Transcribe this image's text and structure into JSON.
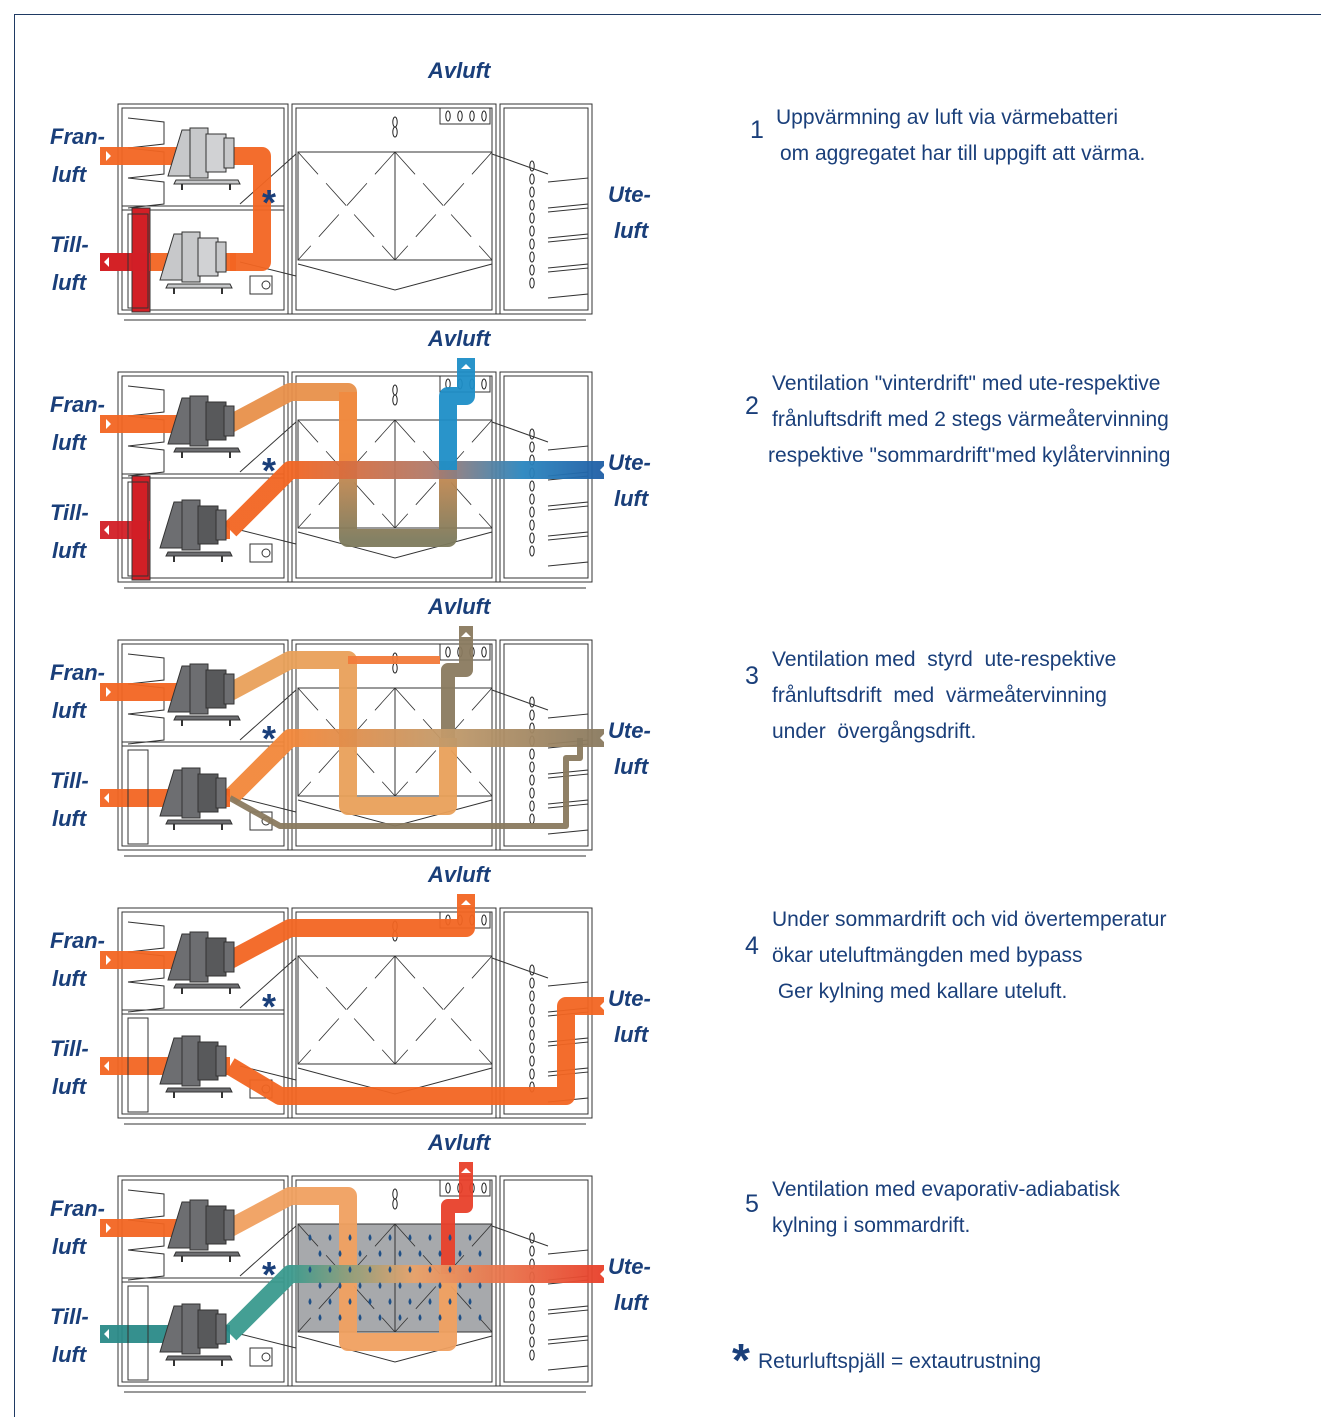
{
  "labels": {
    "exhaust": "Avluft",
    "extract_top": "Fran-",
    "extract_bottom": "luft",
    "supply_top": "Till-",
    "supply_bottom": "luft",
    "outdoor_top": "Ute-",
    "outdoor_bottom": "luft",
    "damper_mark": "*"
  },
  "modes": [
    {
      "number": "1",
      "lines": [
        "Uppvärmning av luft via värmebatteri",
        "om aggregatet har till uppgift att värma."
      ]
    },
    {
      "number": "2",
      "lines": [
        "Ventilation \"vinterdrift\" med ute-respektive",
        "frånluftsdrift med 2 stegs värmeåtervinning",
        "respektive \"sommardrift\"med kylåtervinning"
      ]
    },
    {
      "number": "3",
      "lines": [
        "Ventilation med  styrd  ute-respektive",
        "frånluftsdrift  med  värmeåtervinning",
        "under  övergångsdrift."
      ]
    },
    {
      "number": "4",
      "lines": [
        "Under sommardrift och vid övertemperatur",
        "ökar uteluftmängden med bypass",
        " Ger kylning med kallare uteluft."
      ]
    },
    {
      "number": "5",
      "lines": [
        "Ventilation med evaporativ-adiabatisk",
        "kylning i sommardrift."
      ]
    }
  ],
  "footnote": {
    "symbol": "*",
    "text": "Returluftspjäll = extautrustning"
  },
  "colors": {
    "text_blue": "#1a3f7a",
    "warm_air": "#f26522",
    "heater_red": "#d21f26",
    "cold_air": "#1f6fb4",
    "mixed_air": "#8a7a5f",
    "teal_air": "#2a8a88",
    "frame_line": "#1f3a63"
  }
}
